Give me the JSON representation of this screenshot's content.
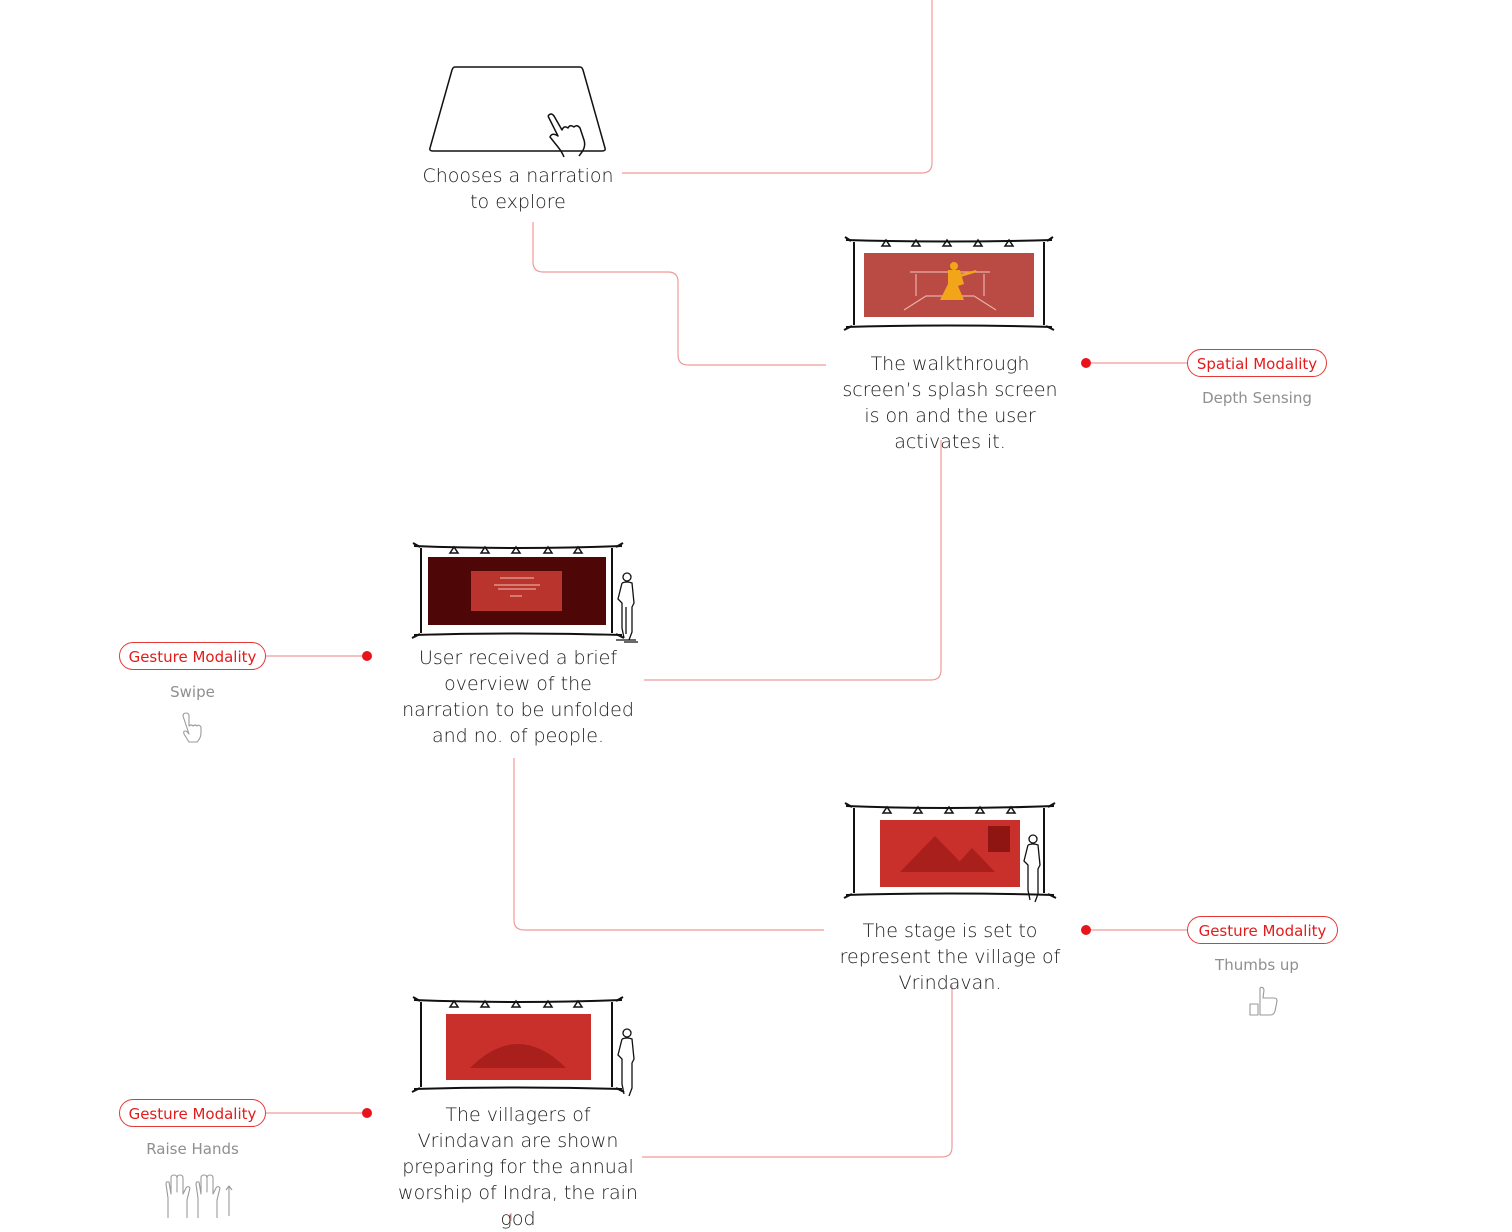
{
  "colors": {
    "accent": "#e41b1b",
    "connector": "#f29a9a",
    "screen_red": "#b9342c",
    "screen_dark": "#4e0606",
    "gesture_text": "#8f8f8f"
  },
  "steps": [
    {
      "id": "choose",
      "text": "Chooses a narration to explore"
    },
    {
      "id": "splash",
      "text": "The walkthrough screen’s splash screen is on and the user activates it."
    },
    {
      "id": "overview",
      "text": "User received a brief overview of the narration to be unfolded and no. of people."
    },
    {
      "id": "stage",
      "text": "The stage is set to represent the village of Vrindavan."
    },
    {
      "id": "villagers",
      "text": "The villagers of Vrindavan are shown preparing for the annual worship of Indra, the rain god"
    }
  ],
  "modalities": [
    {
      "step": "splash",
      "label": "Spatial Modality",
      "gesture": "Depth Sensing",
      "icon": ""
    },
    {
      "step": "overview",
      "label": "Gesture Modality",
      "gesture": "Swipe",
      "icon": "pointing-hand-icon"
    },
    {
      "step": "stage",
      "label": "Gesture Modality",
      "gesture": "Thumbs up",
      "icon": "thumbs-up-icon"
    },
    {
      "step": "villagers",
      "label": "Gesture Modality",
      "gesture": "Raise Hands",
      "icon": "raised-hands-icon"
    }
  ]
}
